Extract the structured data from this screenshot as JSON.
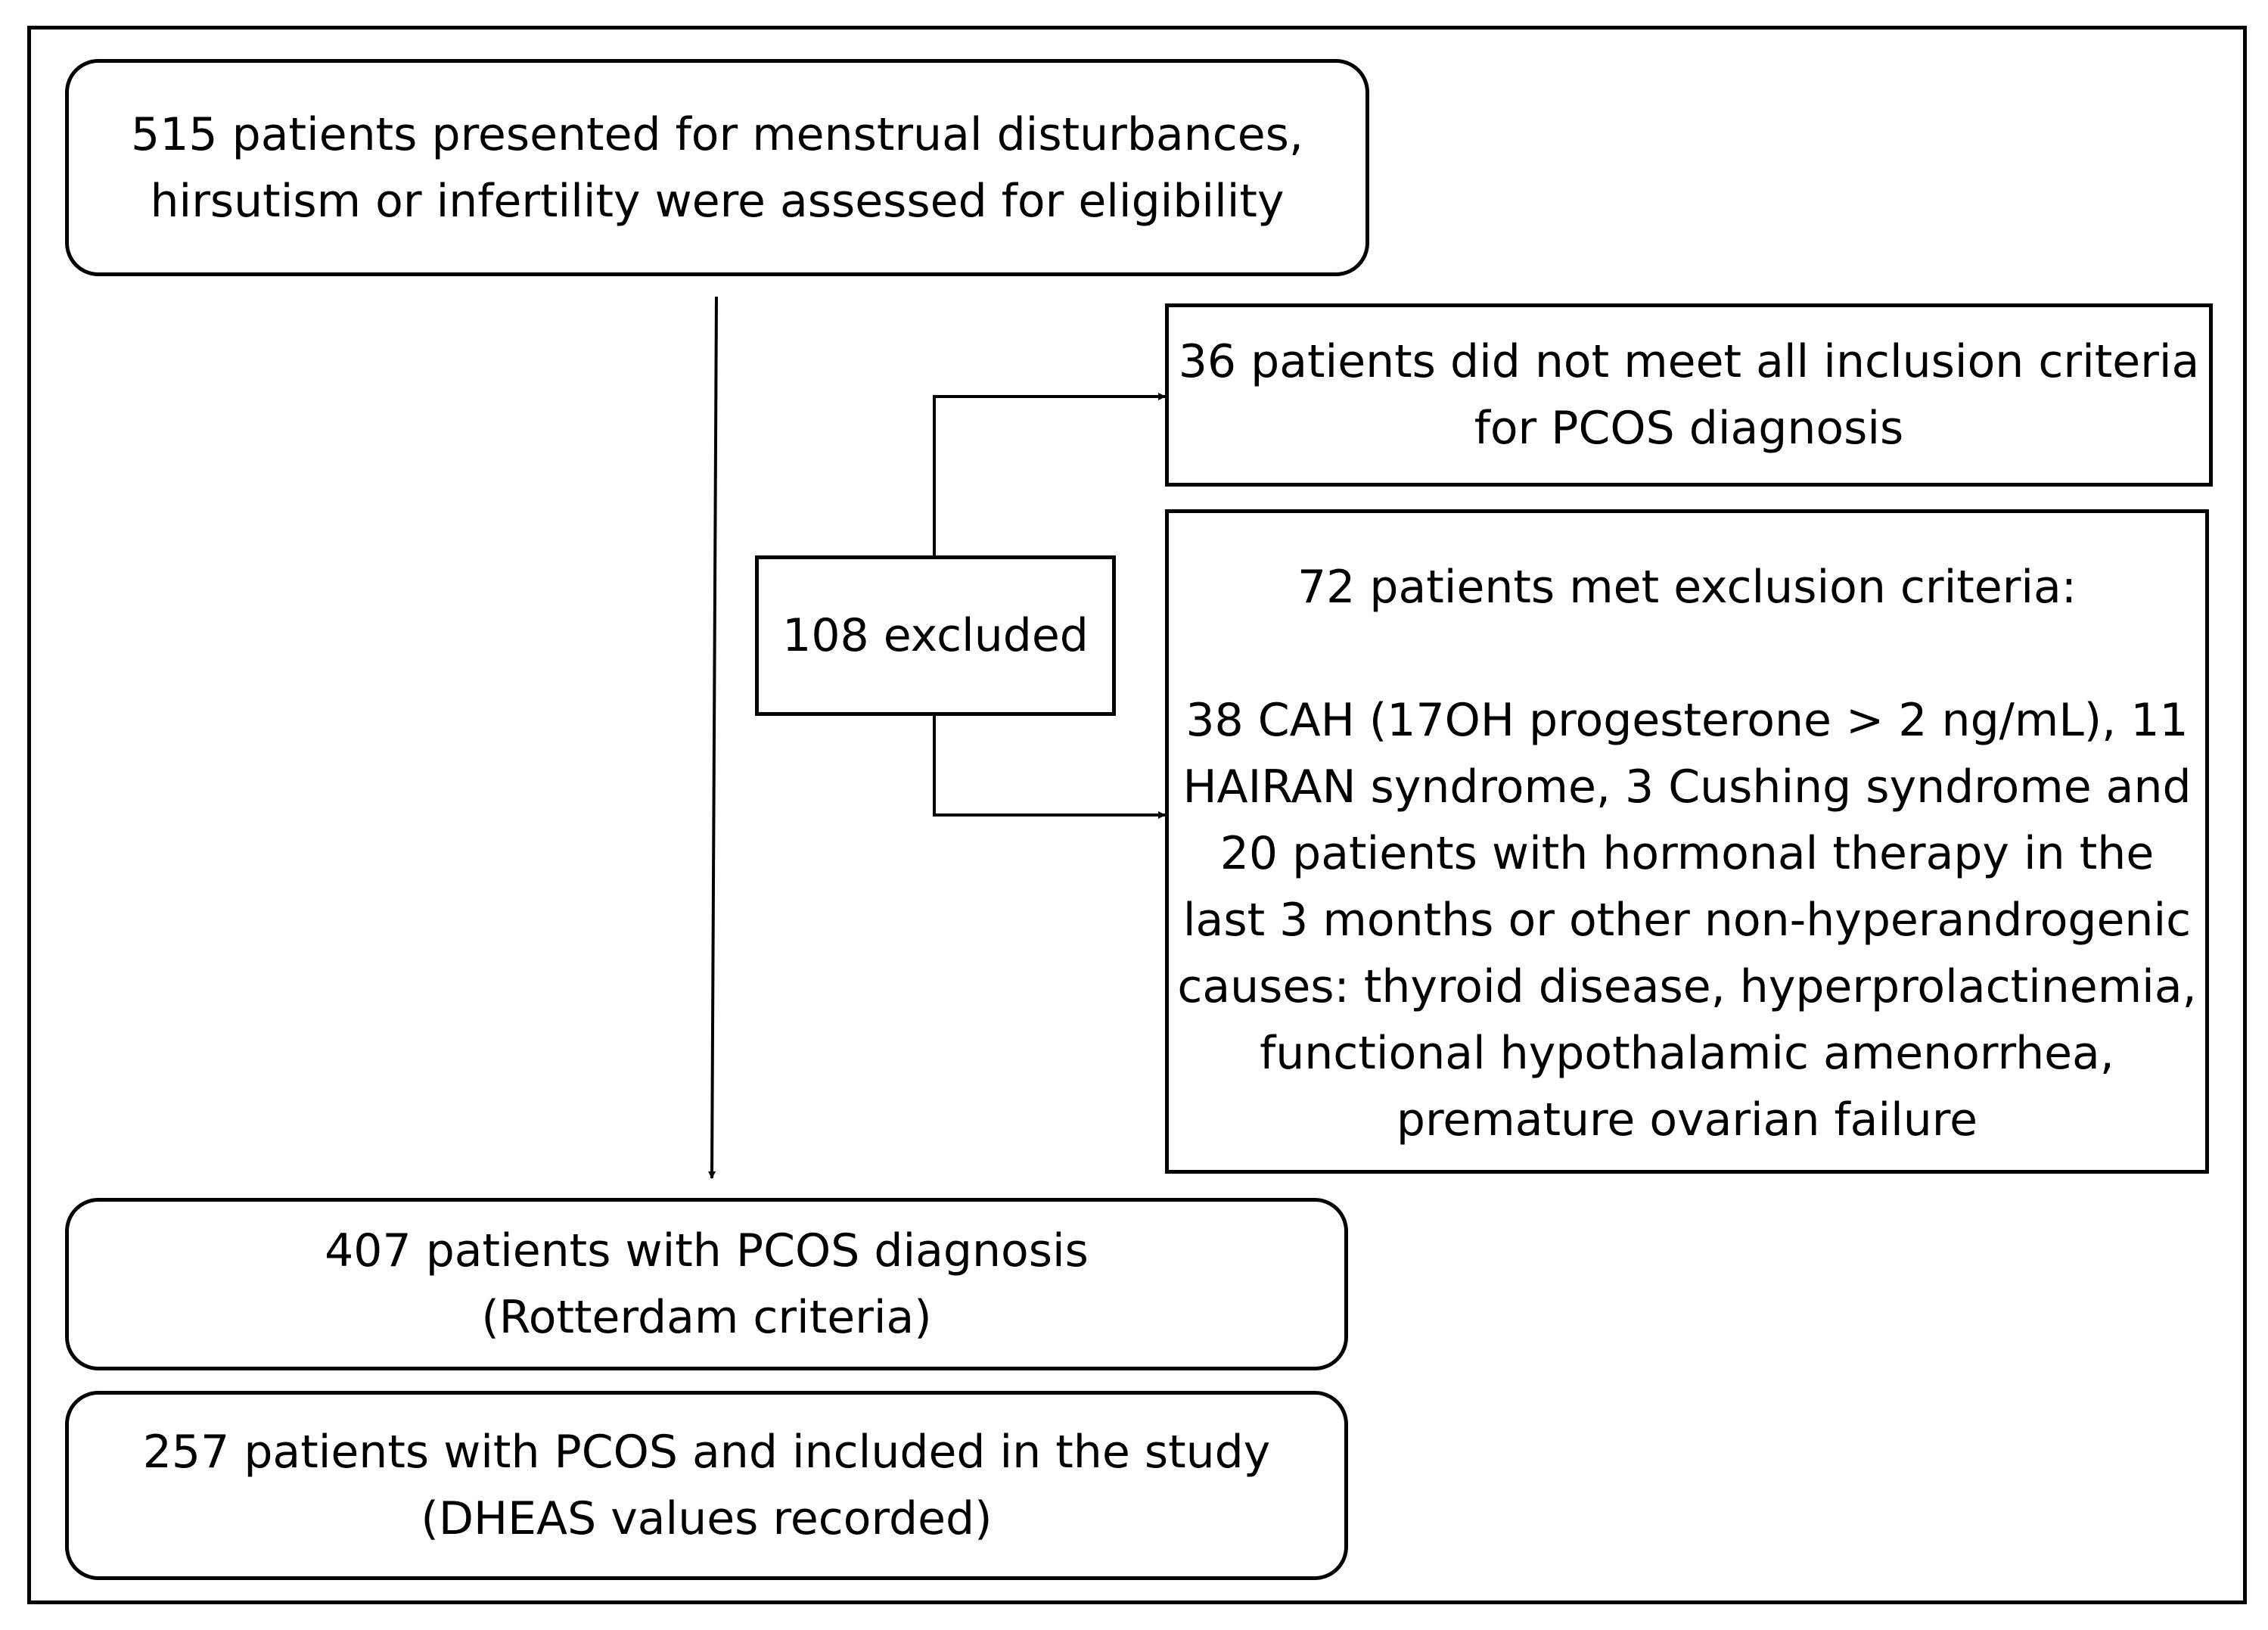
{
  "flowchart": {
    "assessed": {
      "lines": [
        "515 patients presented for menstrual disturbances,",
        "hirsutism or infertility were assessed for eligibility"
      ]
    },
    "excluded": {
      "label": "108 excluded"
    },
    "not_meeting_criteria": {
      "lines": [
        "36 patients did not meet all inclusion criteria",
        "for PCOS diagnosis"
      ]
    },
    "exclusion_criteria": {
      "heading": "72 patients met exclusion criteria:",
      "lines": [
        "38 CAH (17OH progesterone > 2 ng/mL), 11",
        "HAIRAN syndrome, 3 Cushing syndrome and",
        "20 patients with hormonal therapy in the",
        "last 3 months or other non-hyperandrogenic",
        "causes: thyroid disease, hyperprolactinemia,",
        "functional hypothalamic amenorrhea,",
        "premature ovarian failure"
      ]
    },
    "pcos_diagnosis": {
      "lines": [
        "407 patients with PCOS diagnosis",
        "(Rotterdam criteria)"
      ]
    },
    "included": {
      "lines": [
        "257 patients with PCOS and included in the study",
        "(DHEAS values recorded)"
      ]
    }
  }
}
